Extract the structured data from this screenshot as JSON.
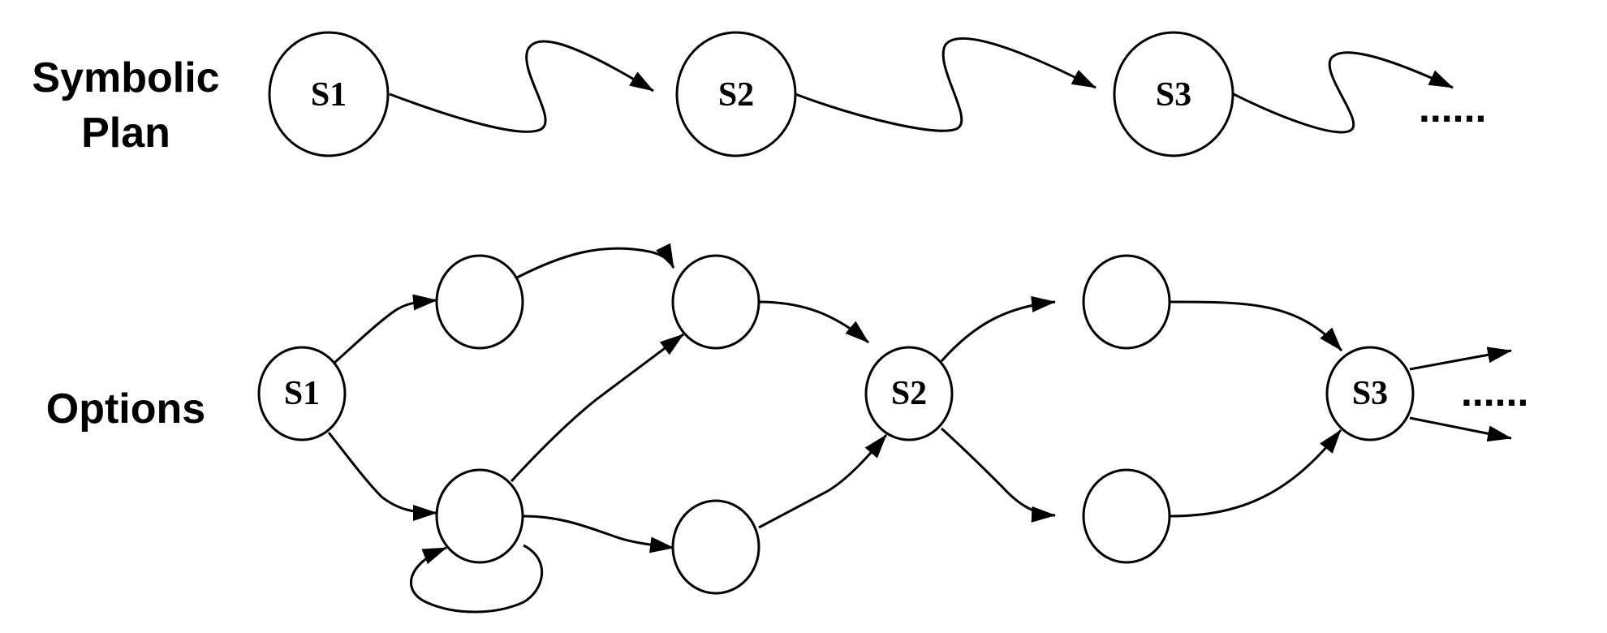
{
  "row_labels": {
    "symbolic_plan": "Symbolic Plan",
    "options": "Options"
  },
  "symbolic_plan": {
    "nodes": [
      {
        "id": "s1",
        "label": "S1"
      },
      {
        "id": "s2",
        "label": "S2"
      },
      {
        "id": "s3",
        "label": "S3"
      }
    ],
    "ellipsis": "......"
  },
  "options": {
    "nodes": [
      {
        "id": "s1",
        "label": "S1"
      },
      {
        "id": "a",
        "label": ""
      },
      {
        "id": "b",
        "label": ""
      },
      {
        "id": "c",
        "label": ""
      },
      {
        "id": "d",
        "label": ""
      },
      {
        "id": "s2",
        "label": "S2"
      },
      {
        "id": "e",
        "label": ""
      },
      {
        "id": "f",
        "label": ""
      },
      {
        "id": "s3",
        "label": "S3"
      }
    ],
    "ellipsis": "......"
  },
  "colors": {
    "stroke": "#000000",
    "background": "#ffffff"
  }
}
